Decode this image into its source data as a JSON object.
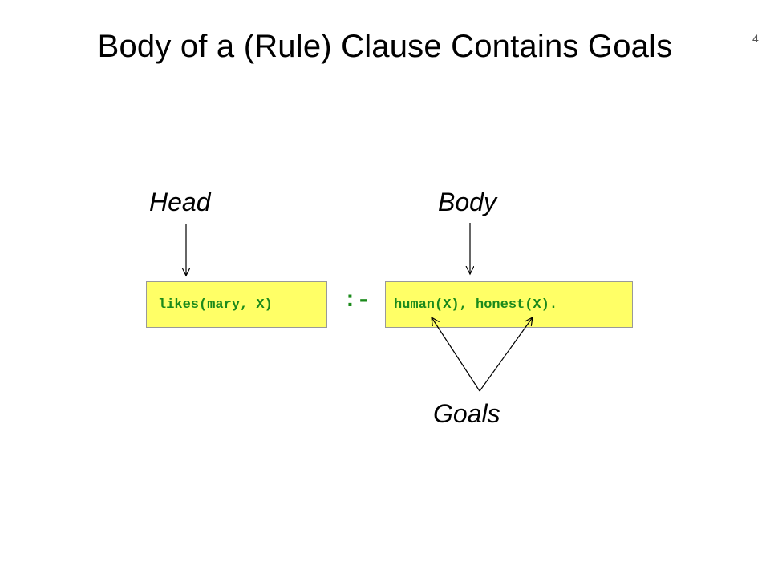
{
  "slide": {
    "title": "Body of a (Rule) Clause Contains Goals",
    "number": "4"
  },
  "labels": {
    "head": "Head",
    "body": "Body",
    "goals": "Goals"
  },
  "clause": {
    "head_text": "likes(mary, X)",
    "neck_symbol": ":-",
    "body_text": "human(X), honest(X)."
  },
  "colors": {
    "box_fill": "#ffff66",
    "code_text": "#1b8a1b",
    "arrow": "#000000"
  }
}
